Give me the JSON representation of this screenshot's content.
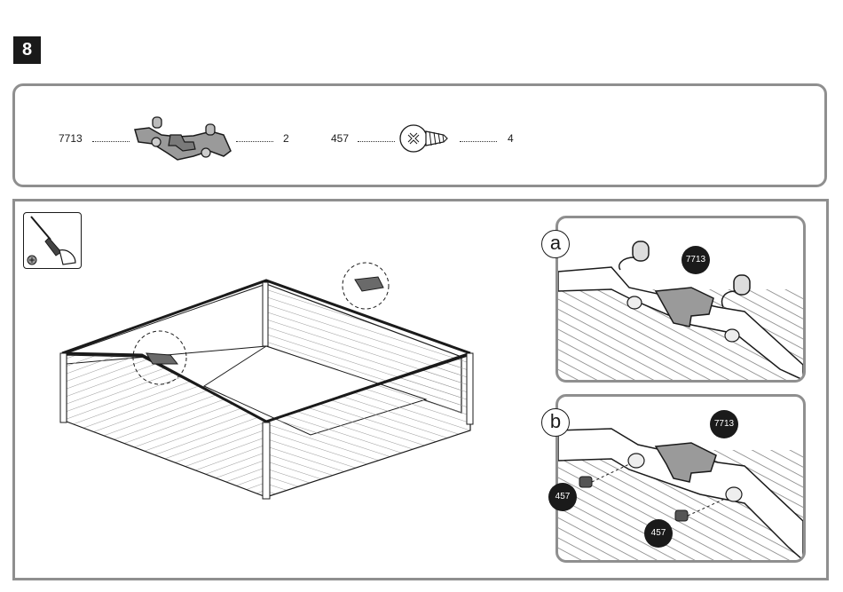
{
  "step": {
    "number": "8"
  },
  "parts": [
    {
      "id": "part-bracket",
      "code": "7713",
      "qty": "2"
    },
    {
      "id": "part-screw",
      "code": "457",
      "qty": "4"
    }
  ],
  "tool": {
    "icon": "screwdriver-icon"
  },
  "details": [
    {
      "letter": "a",
      "callouts": [
        "7713"
      ]
    },
    {
      "letter": "b",
      "callouts": [
        "7713",
        "457",
        "457"
      ]
    }
  ],
  "colors": {
    "outline": "#1a1a1a",
    "panel_border": "#8f8f8f",
    "part_gray": "#9a9a9a",
    "badge": "#1a1a1a"
  }
}
